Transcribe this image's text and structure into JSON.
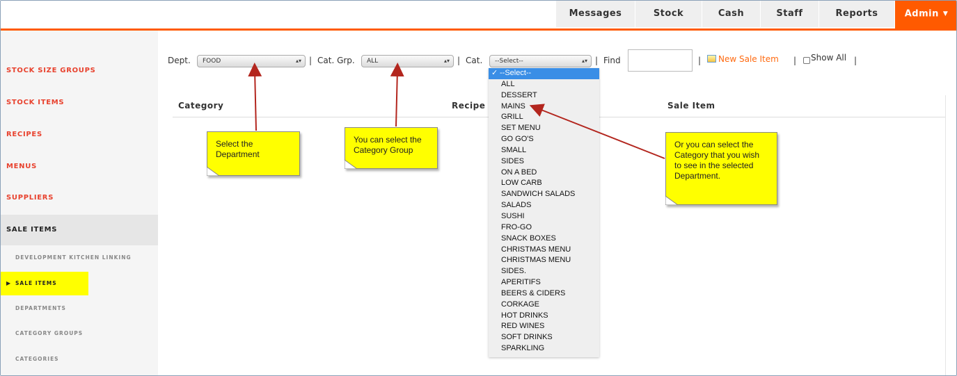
{
  "nav": {
    "tabs": [
      "Messages",
      "Stock",
      "Cash",
      "Staff",
      "Reports"
    ],
    "admin_label": "Admin",
    "accent_color": "#ff5a00"
  },
  "sidebar": {
    "items": [
      "STOCK SIZE GROUPS",
      "STOCK ITEMS",
      "RECIPES",
      "MENUS",
      "SUPPLIERS",
      "SALE ITEMS"
    ],
    "sub_items": [
      "DEVELOPMENT KITCHEN LINKING",
      "SALE ITEMS",
      "DEPARTMENTS",
      "CATEGORY GROUPS",
      "CATEGORIES"
    ],
    "active_item": "SALE ITEMS",
    "active_sub_item": "SALE ITEMS"
  },
  "filters": {
    "dept_label": "Dept.",
    "dept_value": "FOOD",
    "sep": "|",
    "cat_grp_label": "Cat. Grp.",
    "cat_grp_value": "ALL",
    "cat_label": "Cat.",
    "cat_value": "--Select--",
    "find_label": "Find",
    "find_value": "",
    "new_sale_item_label": "New Sale Item",
    "show_all_label": "Show All"
  },
  "table": {
    "headers": [
      "Category",
      "Recipe",
      "Sale Item"
    ]
  },
  "category_dropdown": {
    "options": [
      "--Select--",
      "ALL",
      "DESSERT",
      "MAINS",
      "GRILL",
      "SET MENU",
      "GO GO'S",
      "SMALL",
      "SIDES",
      "ON A BED",
      "LOW CARB",
      "SANDWICH SALADS",
      "SALADS",
      "SUSHI",
      "FRO-GO",
      "SNACK BOXES",
      "CHRISTMAS MENU",
      "CHRISTMAS MENU",
      "SIDES.",
      "APERITIFS",
      "BEERS & CIDERS",
      "CORKAGE",
      "HOT DRINKS",
      "RED WINES",
      "SOFT DRINKS",
      "SPARKLING"
    ],
    "selected": "--Select--"
  },
  "notes": {
    "dept": "Select the Department",
    "cat_grp": "You can select the Category Group",
    "cat": "Or you can select the Category that you wish to see in the selected Department."
  },
  "colors": {
    "note_yellow": "#ffff00",
    "arrow_red": "#b3261e",
    "sidebar_link": "#e8422e",
    "link_orange": "#ff6a10"
  }
}
